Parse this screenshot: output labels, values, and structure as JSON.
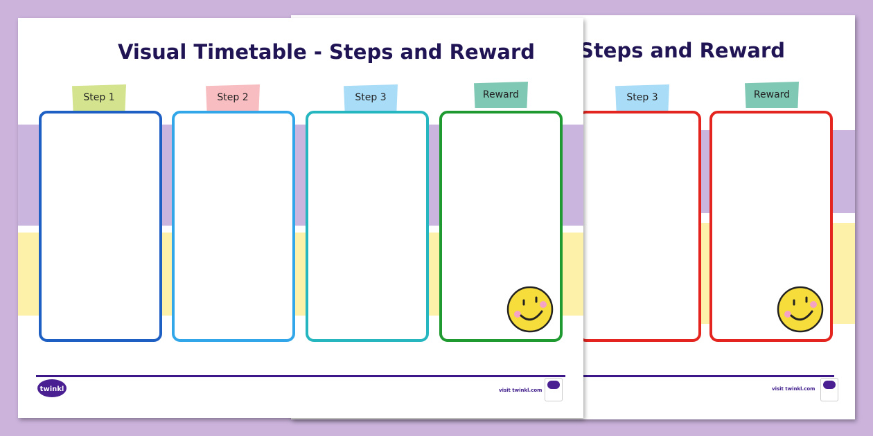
{
  "title": "Visual Timetable - Steps and Reward",
  "back_title": "Steps and Reward",
  "footer": {
    "brand": "twinkl",
    "url": "visit twinkl.com"
  },
  "colors": {
    "background": "#cbb3dc",
    "title": "#201454",
    "band_purple": "#c9b5de",
    "band_yellow": "#fdf0a8"
  },
  "front": {
    "columns": [
      {
        "label": "Step 1",
        "tab_color": "#d3e38e",
        "border": "#1e5fc4"
      },
      {
        "label": "Step 2",
        "tab_color": "#f8bdc0",
        "border": "#31a7ea"
      },
      {
        "label": "Step 3",
        "tab_color": "#a9dcf7",
        "border": "#26b6c0"
      },
      {
        "label": "Reward",
        "tab_color": "#7fc8b4",
        "border": "#1e9a30",
        "icon": "smiley-face-icon"
      }
    ]
  },
  "back": {
    "columns": [
      {
        "label": "Step 3",
        "tab_color": "#a9dcf7",
        "border": "#e3241f"
      },
      {
        "label": "Reward",
        "tab_color": "#7fc8b4",
        "border": "#e3241f",
        "icon": "smiley-face-icon"
      }
    ]
  }
}
